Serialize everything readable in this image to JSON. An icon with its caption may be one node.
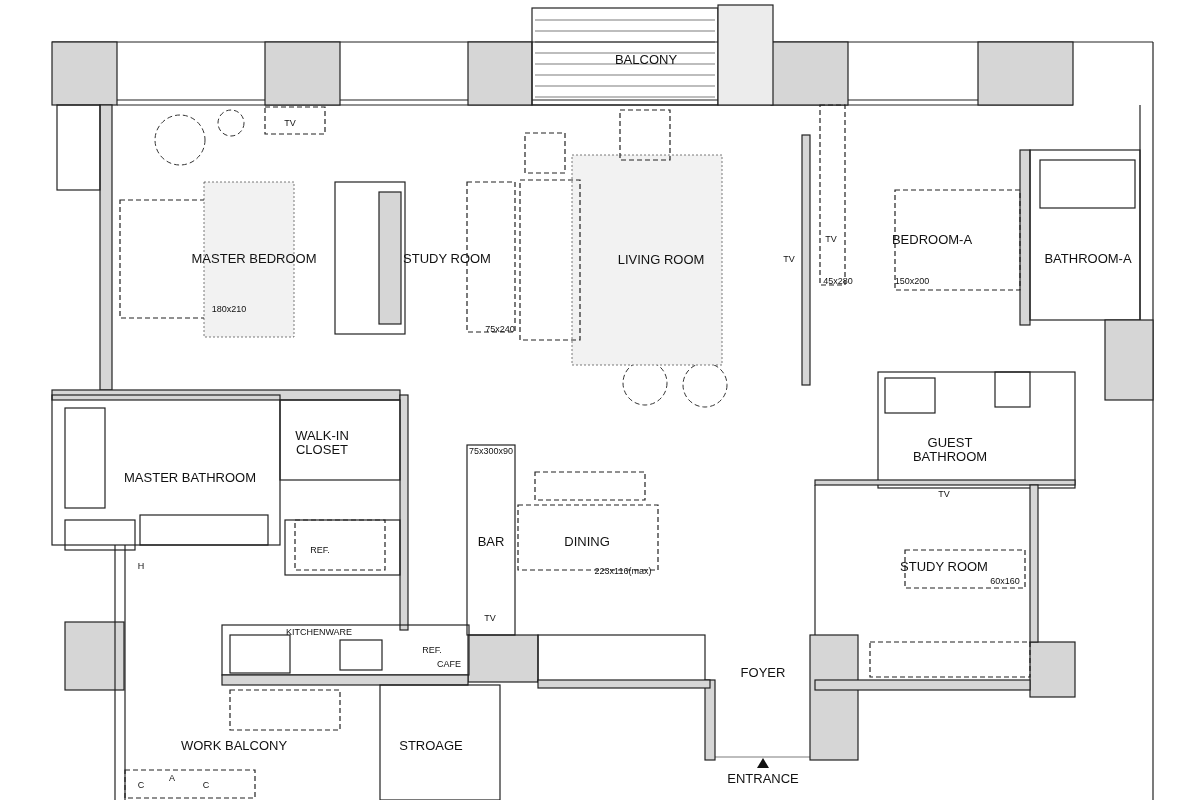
{
  "diagram": {
    "labels": [
      "BALCONY",
      "TV",
      "MASTER BEDROOM",
      "STUDY ROOM",
      "LIVING ROOM",
      "TV",
      "TV",
      "BEDROOM-A",
      "BATHROOM-A",
      "180x210",
      "75x240",
      "45x280",
      "150x200",
      "WALK-IN CLOSET",
      "GUEST BATHROOM",
      "75x300x90",
      "MASTER BATHROOM",
      "TV",
      "BAR",
      "DINING",
      "REF.",
      "STUDY ROOM",
      "223x116(max)",
      "60x160",
      "H",
      "TV",
      "KITCHENWARE",
      "REF.",
      "CAFE",
      "FOYER",
      "WORK BALCONY",
      "STROAGE",
      "ENTRANCE",
      "A",
      "C",
      "C"
    ]
  }
}
